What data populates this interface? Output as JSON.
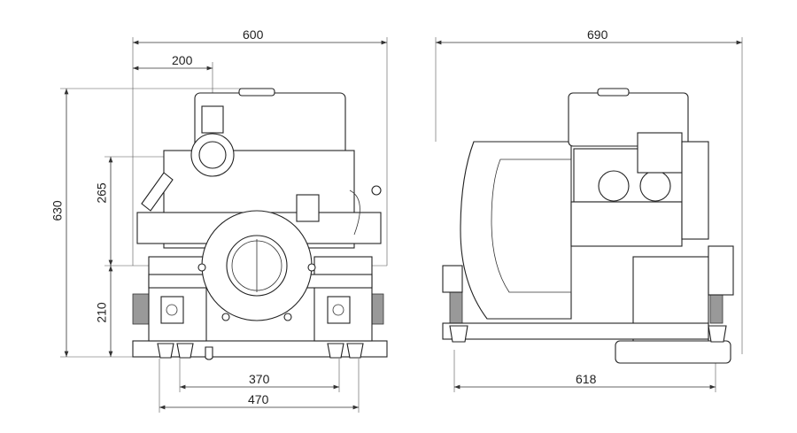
{
  "drawing": {
    "front_view": {
      "overall_width": "600",
      "inlet_offset": "200",
      "overall_height": "630",
      "upper_height": "265",
      "base_height": "210",
      "inner_foot_span": "370",
      "outer_foot_span": "470"
    },
    "side_view": {
      "overall_length": "690",
      "foot_span": "618"
    }
  }
}
